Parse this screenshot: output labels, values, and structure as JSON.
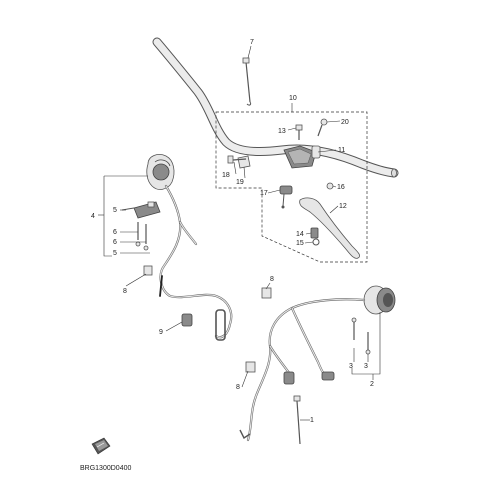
{
  "diagram": {
    "code_label": "BRG1300D0400",
    "callouts": [
      {
        "id": "c1",
        "text": "1"
      },
      {
        "id": "c2",
        "text": "2"
      },
      {
        "id": "c3a",
        "text": "3"
      },
      {
        "id": "c3b",
        "text": "3"
      },
      {
        "id": "c4",
        "text": "4"
      },
      {
        "id": "c5a",
        "text": "5"
      },
      {
        "id": "c5b",
        "text": "5"
      },
      {
        "id": "c6a",
        "text": "6"
      },
      {
        "id": "c6b",
        "text": "6"
      },
      {
        "id": "c7",
        "text": "7"
      },
      {
        "id": "c8a",
        "text": "8"
      },
      {
        "id": "c8b",
        "text": "8"
      },
      {
        "id": "c8c",
        "text": "8"
      },
      {
        "id": "c9",
        "text": "9"
      },
      {
        "id": "c10",
        "text": "10"
      },
      {
        "id": "c11",
        "text": "11"
      },
      {
        "id": "c12",
        "text": "12"
      },
      {
        "id": "c13",
        "text": "13"
      },
      {
        "id": "c14",
        "text": "14"
      },
      {
        "id": "c15",
        "text": "15"
      },
      {
        "id": "c16",
        "text": "16"
      },
      {
        "id": "c17",
        "text": "17"
      },
      {
        "id": "c18",
        "text": "18"
      },
      {
        "id": "c19",
        "text": "19"
      },
      {
        "id": "c20",
        "text": "20"
      }
    ]
  }
}
